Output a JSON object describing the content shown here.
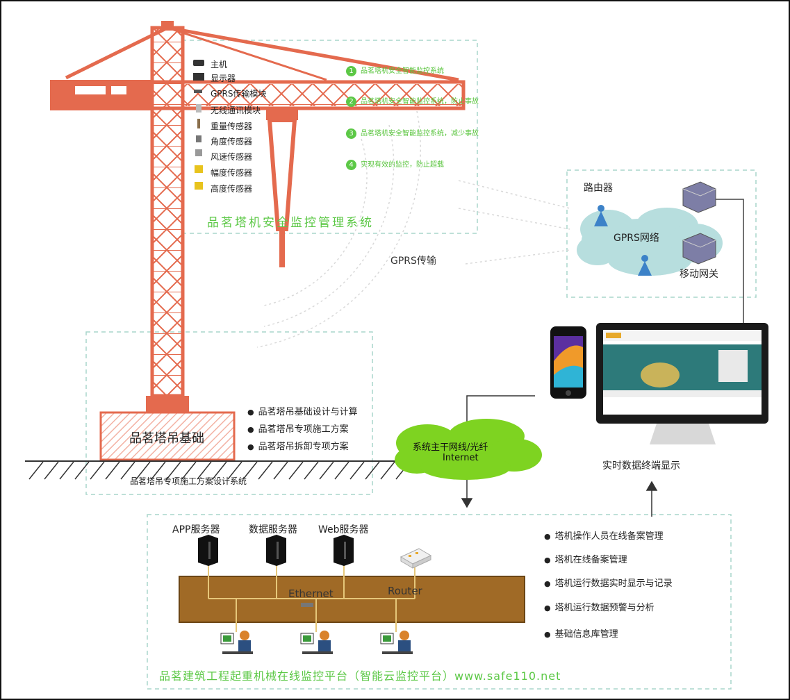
{
  "crane_system": {
    "legend": [
      "主机",
      "显示器",
      "GPRS传输模块",
      "无线通讯模块",
      "重量传感器",
      "角度传感器",
      "风速传感器",
      "幅度传感器",
      "高度传感器"
    ],
    "features": [
      {
        "num": "1",
        "text": "品茗塔机安全智能监控系统"
      },
      {
        "num": "2",
        "text": "品茗塔机安全智能监控系统，防止事故"
      },
      {
        "num": "3",
        "text": "品茗塔机安全智能监控系统，减少事故"
      },
      {
        "num": "4",
        "text": "实现有效的监控，防止超载"
      }
    ],
    "title": "品茗塔机安全监控管理系统"
  },
  "gprs_label": "GPRS传输",
  "network": {
    "router": "路由器",
    "network": "GPRS网络",
    "gateway": "移动网关"
  },
  "foundation": {
    "label": "品茗塔吊基础",
    "items": [
      "品茗塔吊基础设计与计算",
      "品茗塔吊专项施工方案",
      "品茗塔吊拆卸专项方案"
    ],
    "system_title": "品茗塔吊专项施工方案设计系统"
  },
  "backbone": {
    "line1": "系统主干网线/光纤",
    "line2": "Internet"
  },
  "terminal_label": "实时数据终端显示",
  "servers": [
    "APP服务器",
    "数据服务器",
    "Web服务器"
  ],
  "lan": {
    "ethernet": "Ethernet",
    "router": "Router"
  },
  "platform": {
    "items": [
      "塔机操作人员在线备案管理",
      "塔机在线备案管理",
      "塔机运行数据实时显示与记录",
      "塔机运行数据预警与分析",
      "基础信息库管理"
    ],
    "title": "品茗建筑工程起重机械在线监控平台（智能云监控平台）www.safe110.net"
  },
  "colors": {
    "crane": "#e46a4e",
    "green": "#5cc846",
    "brown": "#a06a26",
    "cloud": "#b7dede",
    "dashed": "#a8d5cc",
    "blue": "#3c82c8"
  }
}
